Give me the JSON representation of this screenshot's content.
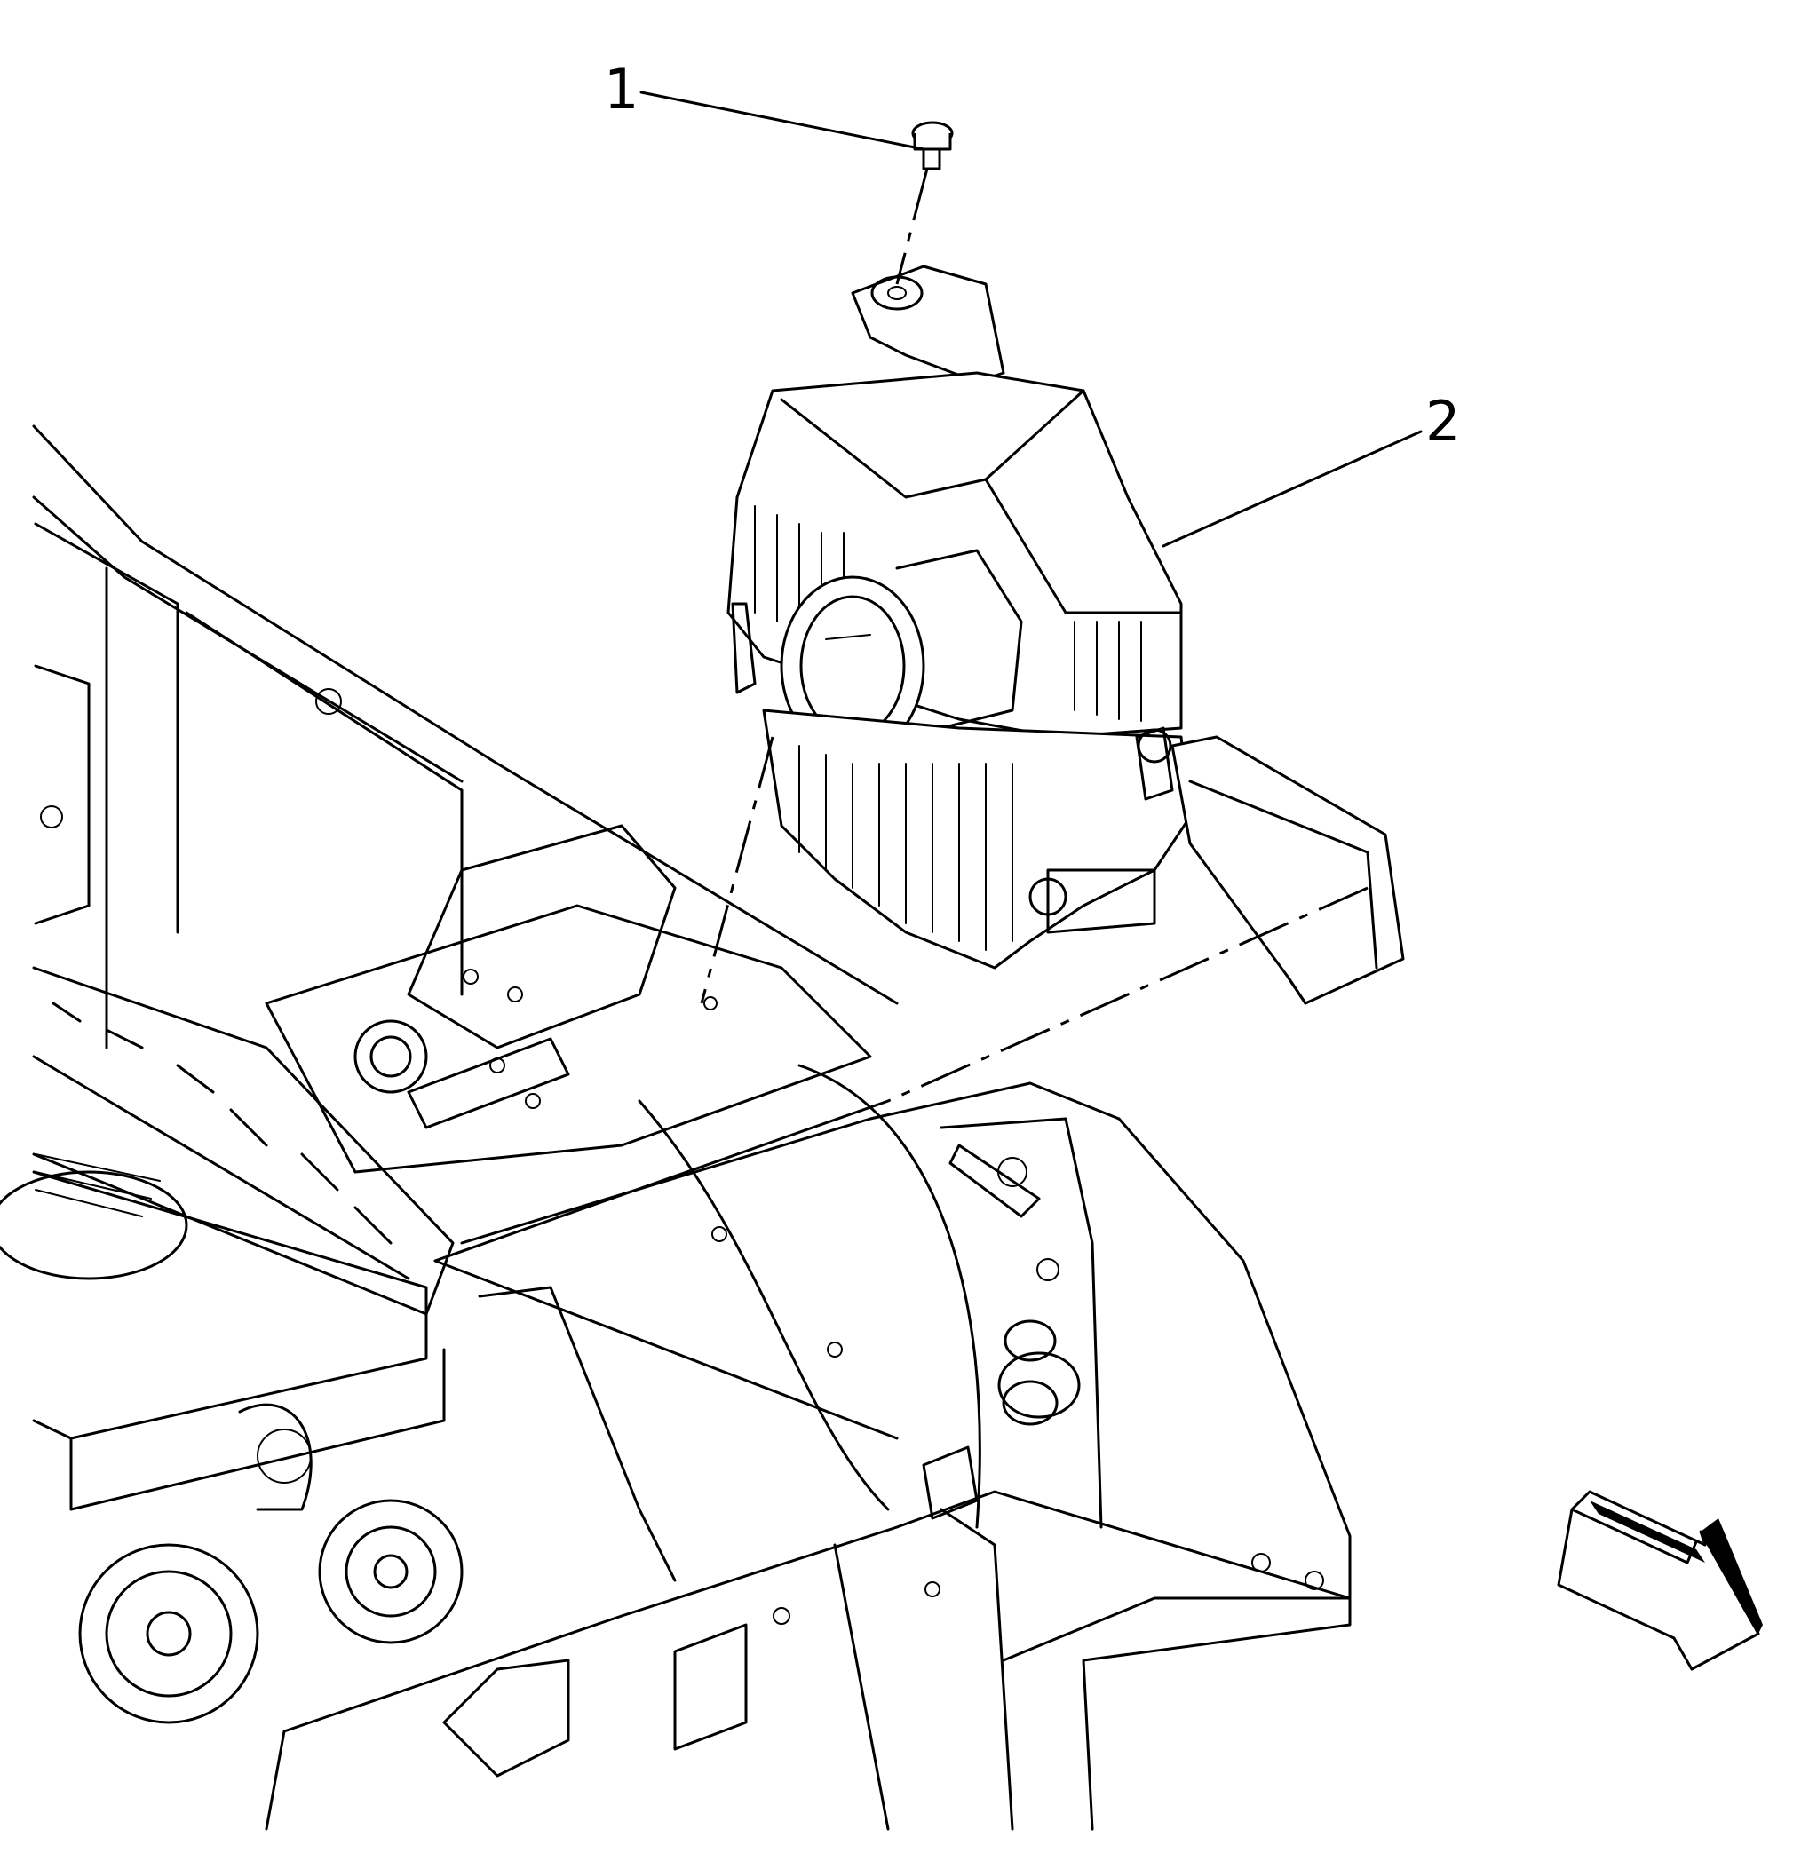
{
  "callouts": [
    {
      "id": "1",
      "label": "1"
    },
    {
      "id": "2",
      "label": "2"
    }
  ],
  "colors": {
    "line": "#000000",
    "background": "#ffffff"
  },
  "icons": {
    "direction_arrow": "forward-direction-arrow-icon"
  }
}
